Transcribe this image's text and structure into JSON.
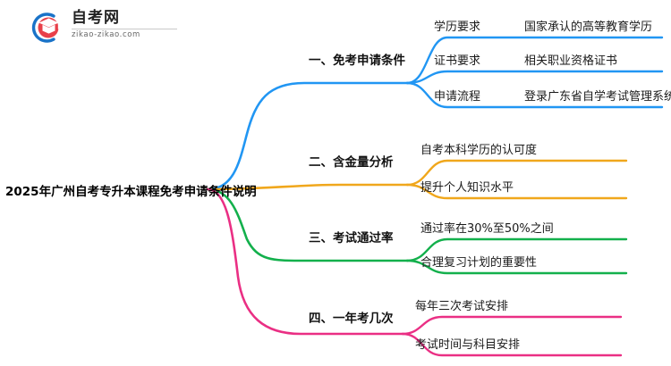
{
  "logo": {
    "title": "自考网",
    "url": "zikao-zikao.com",
    "mark_icon": "graduation-cap-logo-icon",
    "colors": {
      "arc": "#1a73c8",
      "cap": "#e8404a"
    }
  },
  "mindmap": {
    "root": {
      "label": "2025年广州自考专升本课程免考申请条件说明"
    },
    "branches": [
      {
        "label": "一、免考申请条件",
        "color": "#2196f3",
        "leaves": [
          {
            "label": "学历要求",
            "detail": "国家承认的高等教育学历"
          },
          {
            "label": "证书要求",
            "detail": "相关职业资格证书"
          },
          {
            "label": "申请流程",
            "detail": "登录广东省自学考试管理系统"
          }
        ]
      },
      {
        "label": "二、含金量分析",
        "color": "#f0a71c",
        "leaves": [
          {
            "label": "自考本科学历的认可度",
            "detail": ""
          },
          {
            "label": "提升个人知识水平",
            "detail": ""
          }
        ]
      },
      {
        "label": "三、考试通过率",
        "color": "#13b04c",
        "leaves": [
          {
            "label": "通过率在30%至50%之间",
            "detail": ""
          },
          {
            "label": "合理复习计划的重要性",
            "detail": ""
          }
        ]
      },
      {
        "label": "四、一年考几次",
        "color": "#ea2f84",
        "leaves": [
          {
            "label": "每年三次考试安排",
            "detail": ""
          },
          {
            "label": "考试时间与科目安排",
            "detail": ""
          }
        ]
      }
    ]
  }
}
